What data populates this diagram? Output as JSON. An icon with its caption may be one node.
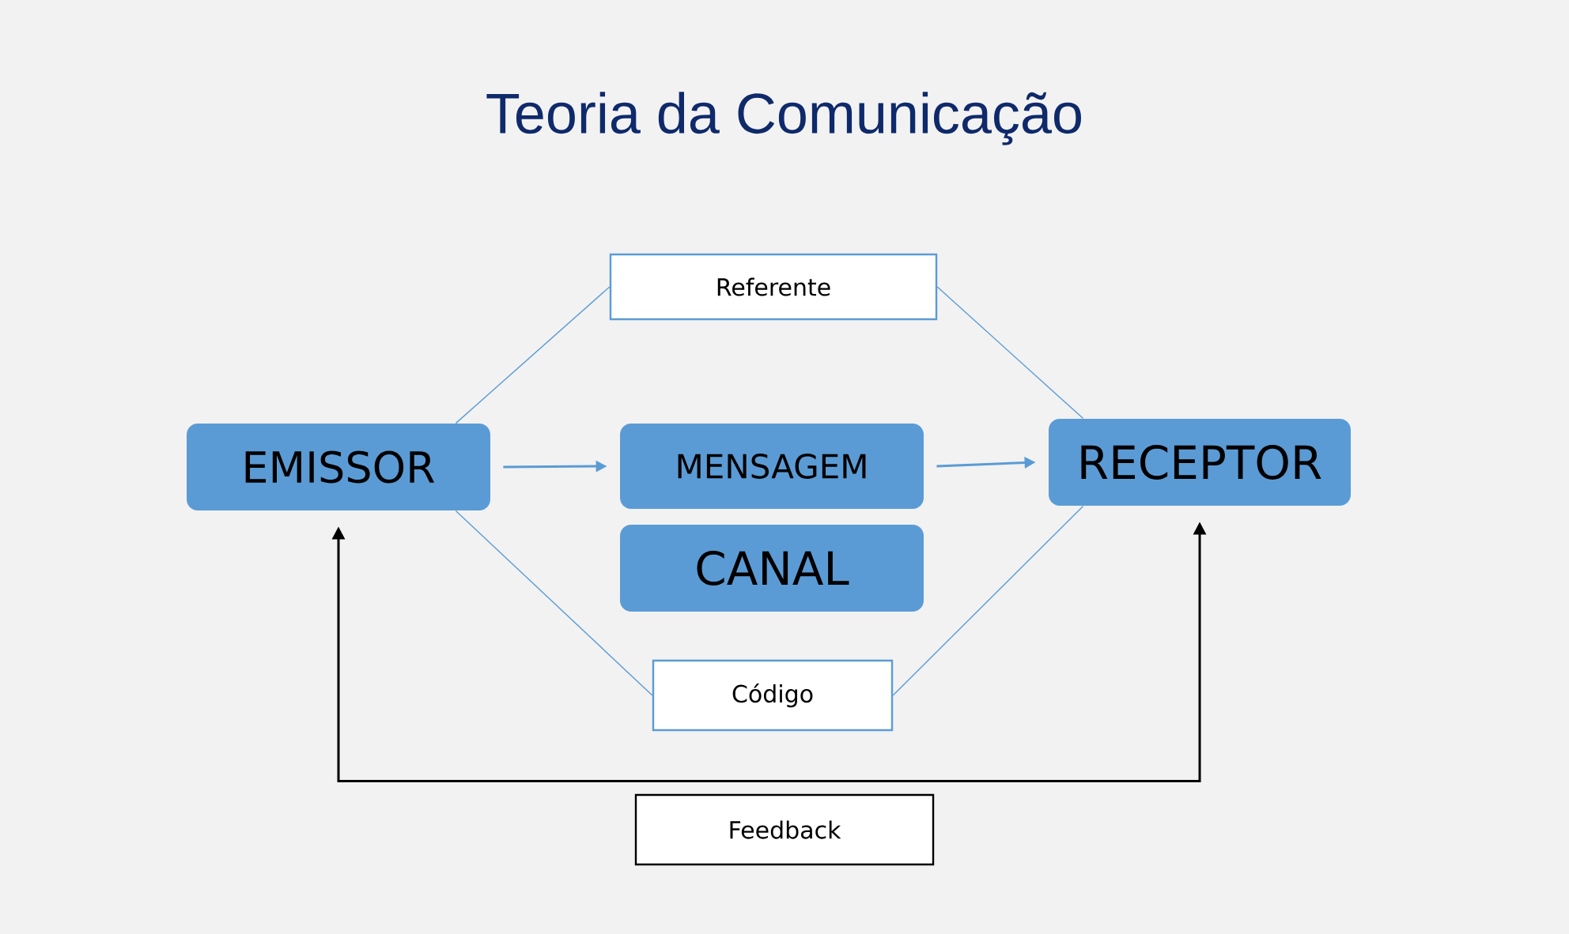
{
  "diagram": {
    "title": "Teoria da Comunicação",
    "nodes": [
      {
        "text": [
          "EMISSOR"
        ]
      },
      {
        "text": [
          "Referente"
        ]
      },
      {
        "text": [
          "MENSAGEM"
        ]
      },
      {
        "text": [
          "CANAL"
        ]
      },
      {
        "text": [
          "RECEPTOR"
        ]
      },
      {
        "text": [
          "Código"
        ]
      },
      {
        "text": [
          "Feedback"
        ]
      }
    ],
    "edges": [
      {
        "from": 0,
        "to": 2,
        "arrow": "to"
      },
      {
        "from": 2,
        "to": 4,
        "arrow": "to"
      },
      {
        "from": 0,
        "to": 1,
        "arrow": "none"
      },
      {
        "from": 1,
        "to": 4,
        "arrow": "none"
      },
      {
        "from": 0,
        "to": 5,
        "arrow": "none"
      },
      {
        "from": 5,
        "to": 4,
        "arrow": "none"
      },
      {
        "from": 4,
        "to": 0,
        "arrow": "both",
        "color": "#000000"
      }
    ]
  }
}
